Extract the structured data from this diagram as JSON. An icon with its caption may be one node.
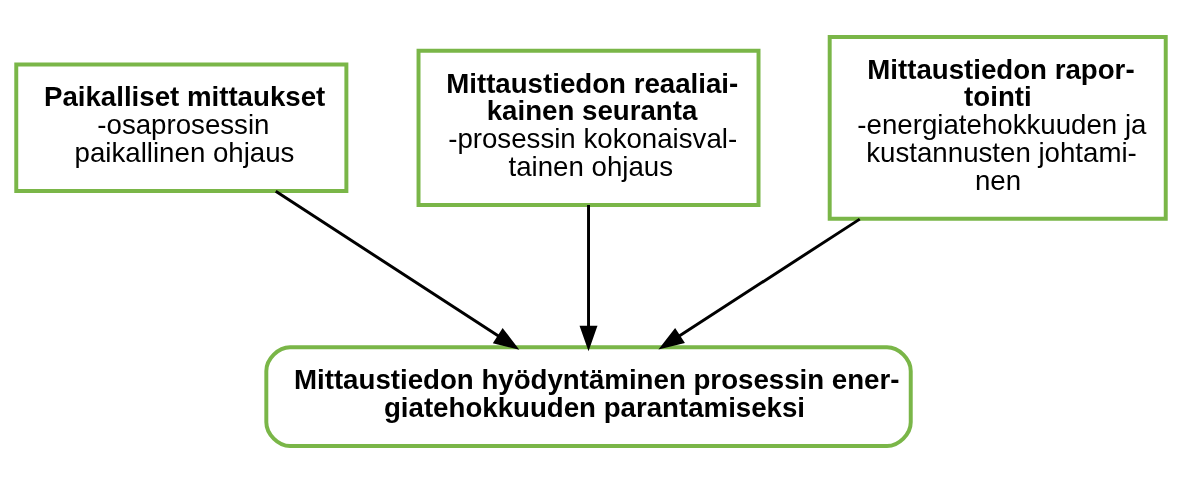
{
  "diagram": {
    "nodes": [
      {
        "text": [
          "Paikalliset mittaukset",
          "-osaprosessin paikallinen ohjaus"
        ]
      },
      {
        "text": [
          "Mittaustiedon reaaliai- kainen seuranta",
          "-prosessin kokonaisval- tainen ohjaus"
        ]
      },
      {
        "text": [
          "Mittaustiedon rapor- tointi",
          "-energiatehokkuuden ja kustannusten johtami- nen"
        ]
      },
      {
        "text": [
          "Mittaustiedon hyödyntäminen prosessin ener- giatehokkuuden parantamiseksi"
        ]
      }
    ],
    "edges": [
      {
        "from": 0,
        "to": 3,
        "arrow": "to"
      },
      {
        "from": 1,
        "to": 3,
        "arrow": "to"
      },
      {
        "from": 2,
        "to": 3,
        "arrow": "to"
      }
    ]
  }
}
